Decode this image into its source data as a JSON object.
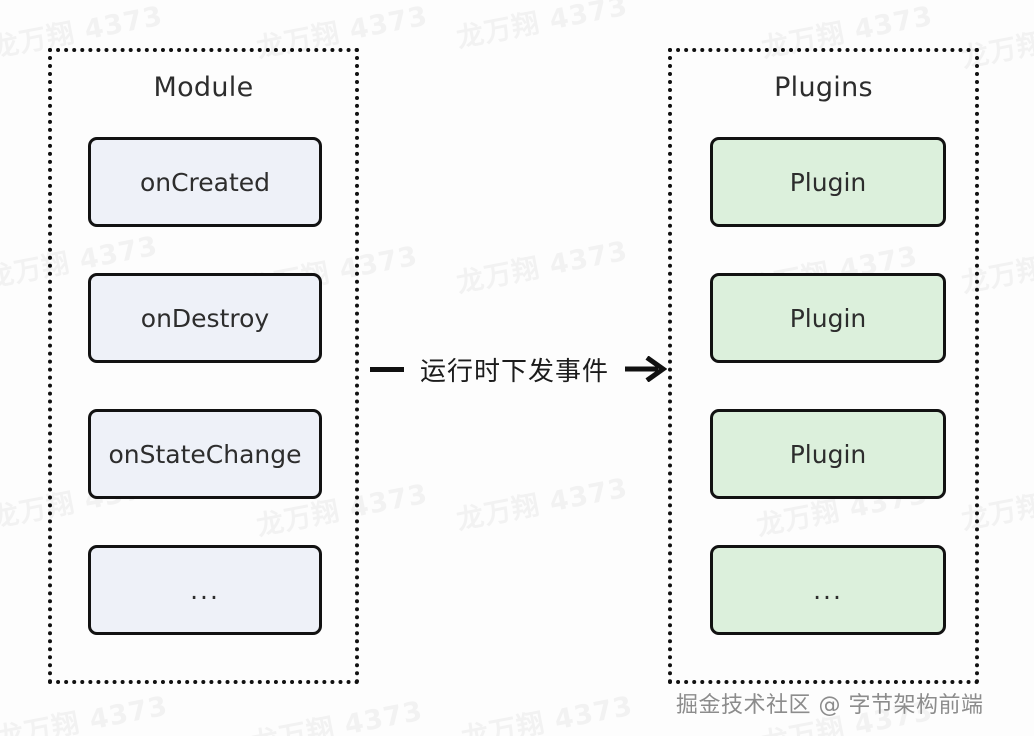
{
  "diagram": {
    "title": "Module Plugins runtime event dispatch diagram",
    "background_color": "#fdfdfd",
    "panels": [
      {
        "id": "module",
        "title": "Module",
        "node_fill": "#eef1f8",
        "node_border": "#121212",
        "border_style": "dotted",
        "nodes": [
          {
            "label": "onCreated"
          },
          {
            "label": "onDestroy"
          },
          {
            "label": "onStateChange"
          },
          {
            "label": "..."
          }
        ]
      },
      {
        "id": "plugins",
        "title": "Plugins",
        "node_fill": "#dcf0dc",
        "node_border": "#121212",
        "border_style": "dotted",
        "nodes": [
          {
            "label": "Plugin"
          },
          {
            "label": "Plugin"
          },
          {
            "label": "Plugin"
          },
          {
            "label": "..."
          }
        ]
      }
    ],
    "connector": {
      "label": "运行时下发事件",
      "direction": "right",
      "color": "#111111"
    },
    "attribution": "掘金技术社区 @ 字节架构前端",
    "watermark": {
      "text": "龙万翔 4373",
      "color": "#f2f2f2"
    }
  }
}
